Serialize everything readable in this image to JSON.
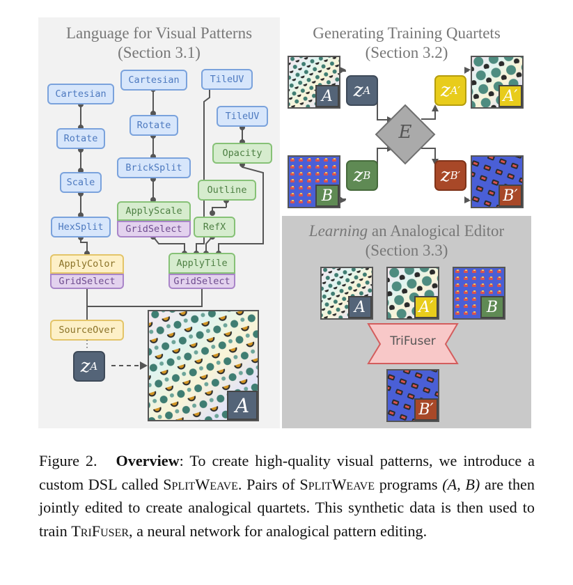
{
  "panels": {
    "language": {
      "title_line1": "Language for Visual Patterns",
      "title_line2": "(Section 3.1)"
    },
    "generating": {
      "title_line1": "Generating Training Quartets",
      "title_line2": "(Section 3.2)"
    },
    "learning": {
      "title_word_italic": "Learning",
      "title_line1_rest": " an Analogical Editor",
      "title_line2": "(Section 3.3)"
    }
  },
  "program_nodes": {
    "cartesian_1": "Cartesian",
    "rotate_1": "Rotate",
    "scale": "Scale",
    "hexsplit": "HexSplit",
    "applycolor": "ApplyColor",
    "gridselect_1": "GridSelect",
    "sourceover": "SourceOver",
    "ellipsis": "⋮",
    "cartesian_2": "Cartesian",
    "rotate_2": "Rotate",
    "bricksplit": "BrickSplit",
    "applyscale": "ApplyScale",
    "gridselect_2": "GridSelect",
    "tileuv_1": "TileUV",
    "tileuv_2": "TileUV",
    "opacity": "Opacity",
    "outline": "Outline",
    "refx": "RefX",
    "applytile": "ApplyTile",
    "gridselect_3": "GridSelect"
  },
  "latents": {
    "z": "z",
    "A": "A",
    "A_prime": "A′",
    "B": "B",
    "B_prime": "B′",
    "E": "E"
  },
  "badges": {
    "A": "A",
    "A_prime": "A′",
    "B": "B",
    "B_prime": "B′"
  },
  "trifuser_label": "TriFuser",
  "caption": {
    "fig_label": "Figure 2.",
    "heading": "Overview",
    "text_1": ": To create high-quality visual patterns, we introduce a custom DSL called ",
    "dsl_name": "SplitWeave",
    "text_2": ". Pairs of ",
    "dsl_name_2": "SplitWeave",
    "text_3": " programs ",
    "math_pair": "(A, B)",
    "text_4": " are then jointly edited to create analogical quartets. This synthetic data is then used to train ",
    "model_name": "TriFuser",
    "text_5": ", a neural network for analogical pattern editing."
  },
  "colors": {
    "panel_light": "#f2f2f2",
    "panel_dark": "#c9c9c9",
    "z_dark": "#546478",
    "z_yellow": "#e8cc1b",
    "z_green": "#5f8a54",
    "z_red": "#a84828",
    "pattern_blue": "#4a5fd6",
    "trifuser_fill": "#f8c8c8",
    "trifuser_border": "#d35d5d"
  }
}
